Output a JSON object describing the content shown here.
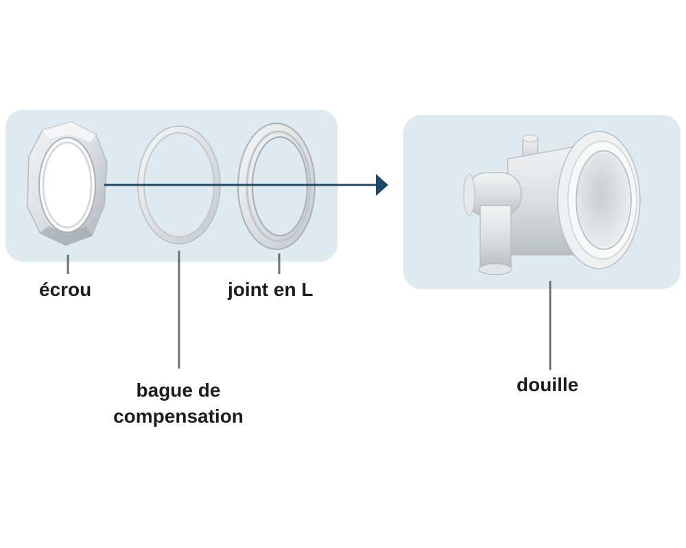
{
  "diagram": {
    "labels": {
      "ecrou": "écrou",
      "bague_line1": "bague de",
      "bague_line2": "compensation",
      "joint": "joint en L",
      "douille": "douille"
    },
    "colors": {
      "panel_background": "#dfe9f0",
      "axis_line": "#1e4a66",
      "leader_line": "#6f6f6f",
      "label_text": "#1c1c1c"
    },
    "parts": [
      {
        "id": "ecrou",
        "icon": "hex-nut-icon"
      },
      {
        "id": "bague",
        "icon": "compensation-ring-icon"
      },
      {
        "id": "joint",
        "icon": "l-seal-icon"
      },
      {
        "id": "douille",
        "icon": "fitting-sleeve-icon"
      }
    ]
  }
}
